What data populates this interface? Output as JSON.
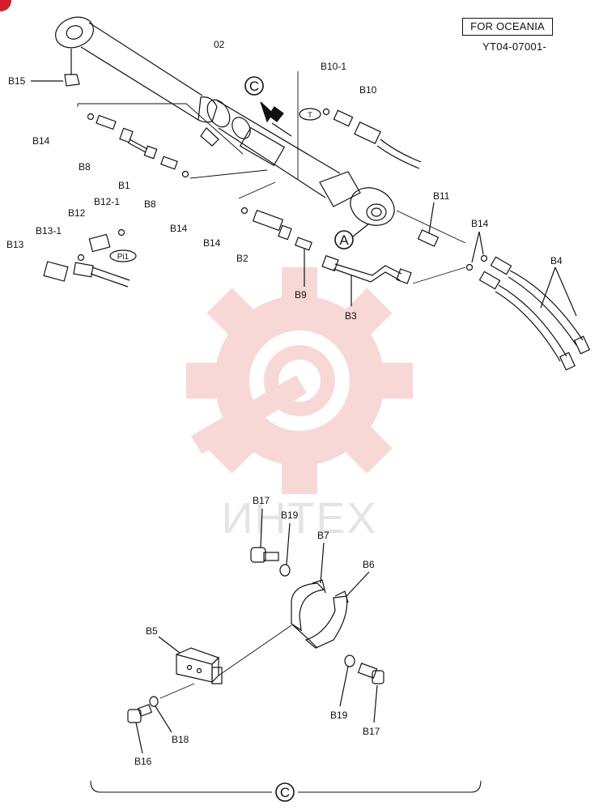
{
  "header": {
    "region": "FOR OCEANIA",
    "serial": "YT04-07001-"
  },
  "watermark": {
    "text": "ИНТЕХ",
    "color": "#f4b7b7"
  },
  "markers": {
    "c_top": "C",
    "c_bottom": "C",
    "a": "A",
    "t": "T",
    "pi1": "Pi1"
  },
  "labels": {
    "p02": "02",
    "b15": "B15",
    "b14_a": "B14",
    "b8_a": "B8",
    "b1": "B1",
    "b8_b": "B8",
    "b14_b": "B14",
    "b12": "B12",
    "b12_1": "B12-1",
    "b13_1": "B13-1",
    "b13": "B13",
    "b10_1": "B10-1",
    "b10": "B10",
    "b11": "B11",
    "b14_c": "B14",
    "b14_d": "B14",
    "b2": "B2",
    "b9": "B9",
    "b3": "B3",
    "b4": "B4",
    "b17_a": "B17",
    "b19_a": "B19",
    "b7": "B7",
    "b6": "B6",
    "b5": "B5",
    "b19_b": "B19",
    "b17_b": "B17",
    "b18": "B18",
    "b16": "B16"
  },
  "colors": {
    "line": "#111111",
    "watermark": "#f4b7b7",
    "corner_badge": "#d81b2b"
  }
}
